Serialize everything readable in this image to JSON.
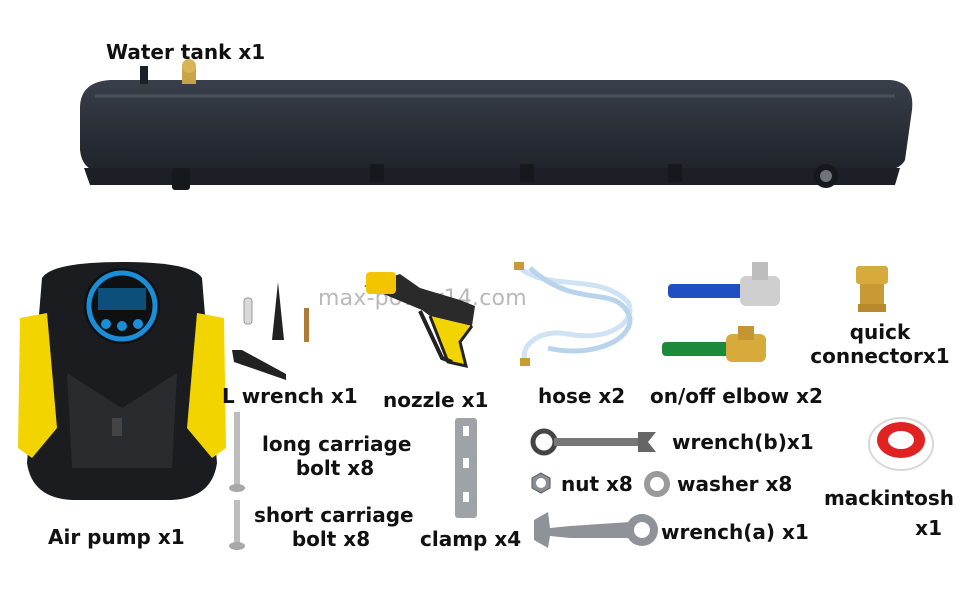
{
  "watermark": "max-power14.com",
  "labels": {
    "water_tank": "Water tank x1",
    "air_pump": "Air pump x1",
    "l_wrench": "L wrench x1",
    "nozzle": "nozzle x1",
    "hose": "hose x2",
    "elbow": "on/off elbow x2",
    "quick_connector_line1": "quick",
    "quick_connector_line2": "connectorx1",
    "long_bolt_line1": "long carriage",
    "long_bolt_line2": "bolt x8",
    "short_bolt_line1": "short carriage",
    "short_bolt_line2": "bolt x8",
    "clamp": "clamp x4",
    "wrench_b": "wrench(b)x1",
    "nut": "nut x8",
    "washer": "washer x8",
    "wrench_a": "wrench(a) x1",
    "mackintosh_line1": "mackintosh",
    "mackintosh_line2": "x1"
  },
  "colors": {
    "tank": "#2b3039",
    "pump_yellow": "#f2d400",
    "pump_display": "#1a8fd8",
    "valve_blue": "#1f4fc2",
    "valve_green": "#1c8a3a",
    "brass": "#d7aa3c",
    "tape_red": "#e02222"
  }
}
